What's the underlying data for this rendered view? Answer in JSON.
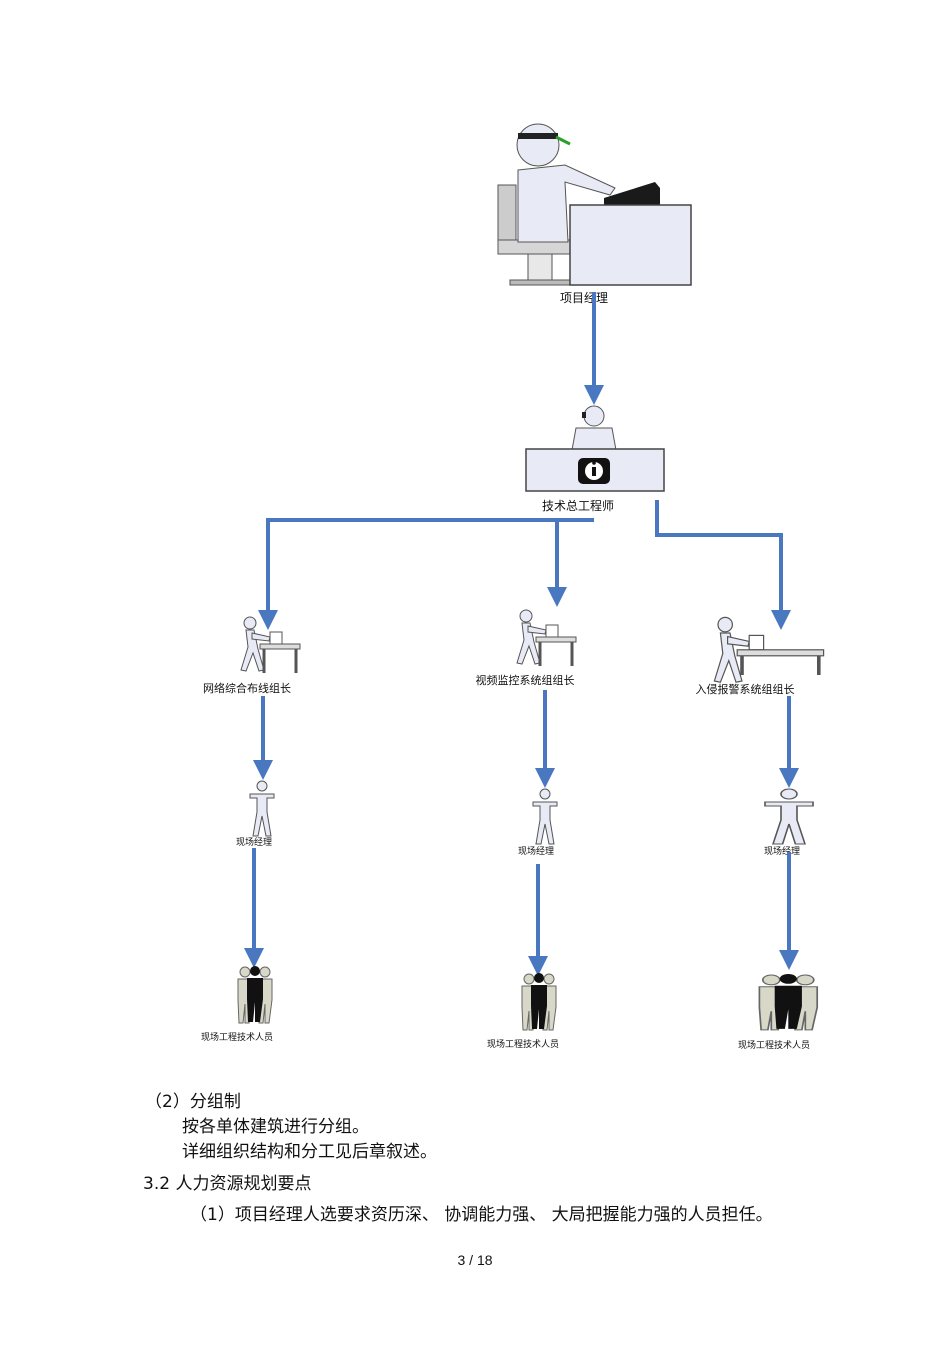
{
  "org_chart": {
    "top": {
      "label": "项目经理",
      "icon": "manager-at-desk-icon"
    },
    "chief": {
      "label": "技术总工程师",
      "icon": "engineer-info-desk-icon"
    },
    "groups": [
      {
        "leader": "网络综合布线组长",
        "site_manager": "现场经理",
        "staff": "现场工程技术人员"
      },
      {
        "leader": "视频监控系统组组长",
        "site_manager": "现场经理",
        "staff": "现场工程技术人员"
      },
      {
        "leader": "入侵报警系统组组长",
        "site_manager": "现场经理",
        "staff": "现场工程技术人员"
      }
    ],
    "arrow_color": "#4a78c0"
  },
  "text": {
    "line1": "（2）分组制",
    "line2": "按各单体建筑进行分组。",
    "line3": "详细组织结构和分工见后章叙述。",
    "line4": "3.2  人力资源规划要点",
    "line5": "（1）项目经理人选要求资历深、    协调能力强、 大局把握能力强的人员担任。"
  },
  "page": {
    "current": "3",
    "separator": "/",
    "total": "18"
  }
}
